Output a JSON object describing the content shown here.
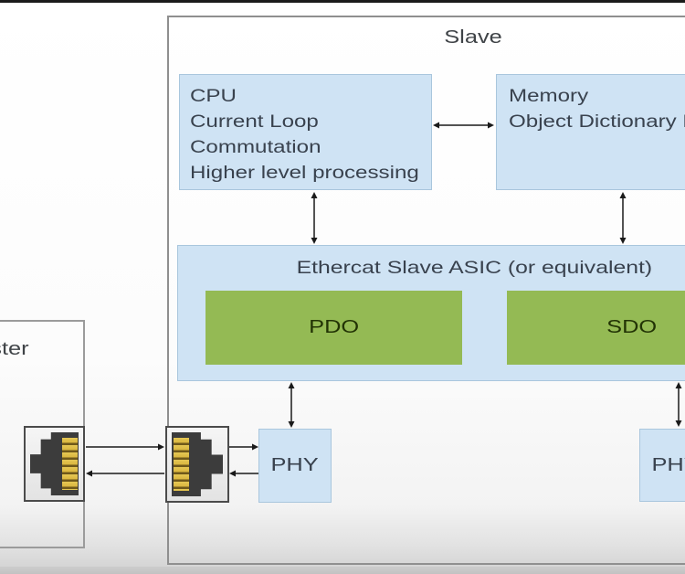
{
  "diagram": {
    "master": {
      "label": "Master"
    },
    "slave": {
      "label": "Slave",
      "cpu": {
        "lines": [
          "CPU",
          "Current Loop",
          "Commutation",
          "Higher level processing"
        ]
      },
      "memory": {
        "lines": [
          "Memory",
          "Object Dictionary E"
        ]
      },
      "asic": {
        "title": "Ethercat Slave ASIC (or equivalent)",
        "pdo_label": "PDO",
        "sdo_label": "SDO"
      },
      "phy_left_label": "PHY",
      "phy_right_label": "PHY"
    },
    "icons": {
      "network_connector": "rj45-connector-icon"
    },
    "colors": {
      "box_blue": "#cfe3f4",
      "box_blue_border": "#a9c6dd",
      "box_green": "#94ba54",
      "text_dark": "#39424e",
      "text_green": "#223305",
      "label_gray": "#3f4347",
      "line_color": "#1a1a1a"
    }
  }
}
